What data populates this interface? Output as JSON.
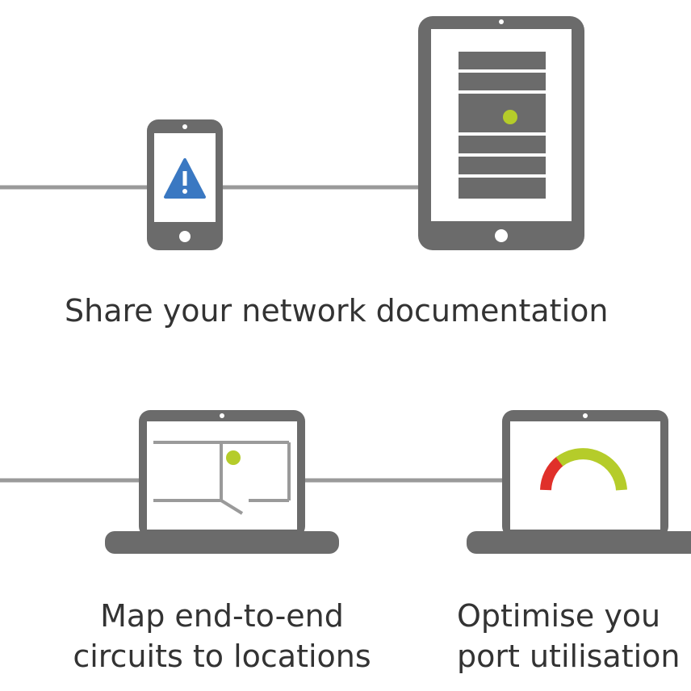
{
  "captions": {
    "share": "Share your network documentation",
    "map_line1": "Map end-to-end",
    "map_line2": "circuits to locations",
    "optimise_line1": "Optimise you",
    "optimise_line2": "port utilisation"
  },
  "icons": {
    "phone": "smartphone-icon",
    "phone_screen": "warning-icon",
    "tablet": "tablet-icon",
    "tablet_screen": "server-rack-icon",
    "laptop_left": "laptop-icon",
    "laptop_left_screen": "floor-plan-icon",
    "laptop_right": "laptop-icon",
    "laptop_right_screen": "gauge-icon"
  },
  "colors": {
    "device": "#6b6b6b",
    "line": "#9a9a9a",
    "warning": "#3a78c2",
    "accent_green": "#b5cc2a",
    "accent_red": "#e0302a",
    "text": "#333333"
  }
}
